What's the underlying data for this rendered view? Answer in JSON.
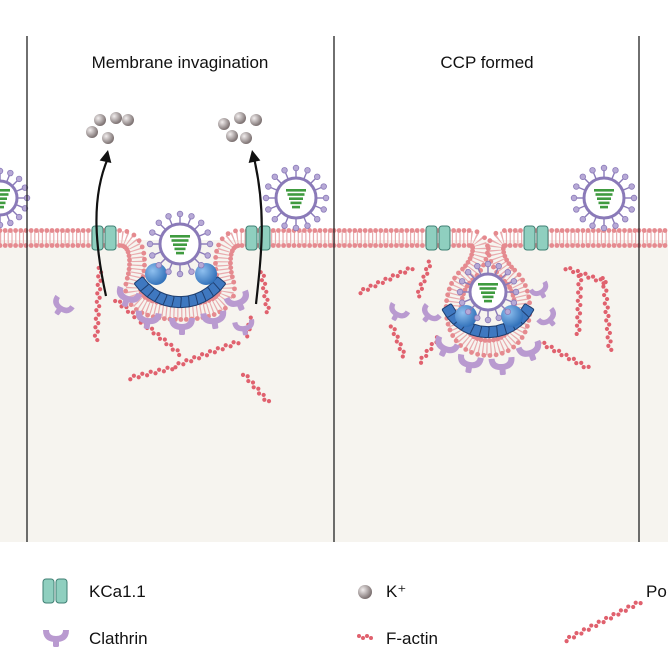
{
  "panels": [
    {
      "title": "Membrane invagination"
    },
    {
      "title": "CCP formed"
    }
  ],
  "legend": [
    {
      "key": "kca",
      "label": "KCa1.1"
    },
    {
      "key": "clathrin",
      "label": "Clathrin"
    },
    {
      "key": "k",
      "label": "K⁺"
    },
    {
      "key": "factin",
      "label": "F-actin"
    },
    {
      "key": "po",
      "label": "Po"
    }
  ],
  "colors": {
    "background_cell": "#f6f4ef",
    "membrane": "#e8a3a6",
    "membrane_head": "#e58a8f",
    "kca": "#8fcfbf",
    "kca_stroke": "#3f7f73",
    "clathrin": "#b99ad0",
    "adaptor": "#4a90d9",
    "coat": "#3f78c0",
    "factin": "#e0616e",
    "virus_envelope": "#8a7ab8",
    "virus_core": "#3f9b3f",
    "ion": "#9a9090",
    "divider": "#222222"
  },
  "icons": [
    "kca-channel-icon",
    "clathrin-icon",
    "k-ion-icon",
    "f-actin-icon",
    "virus-icon"
  ]
}
